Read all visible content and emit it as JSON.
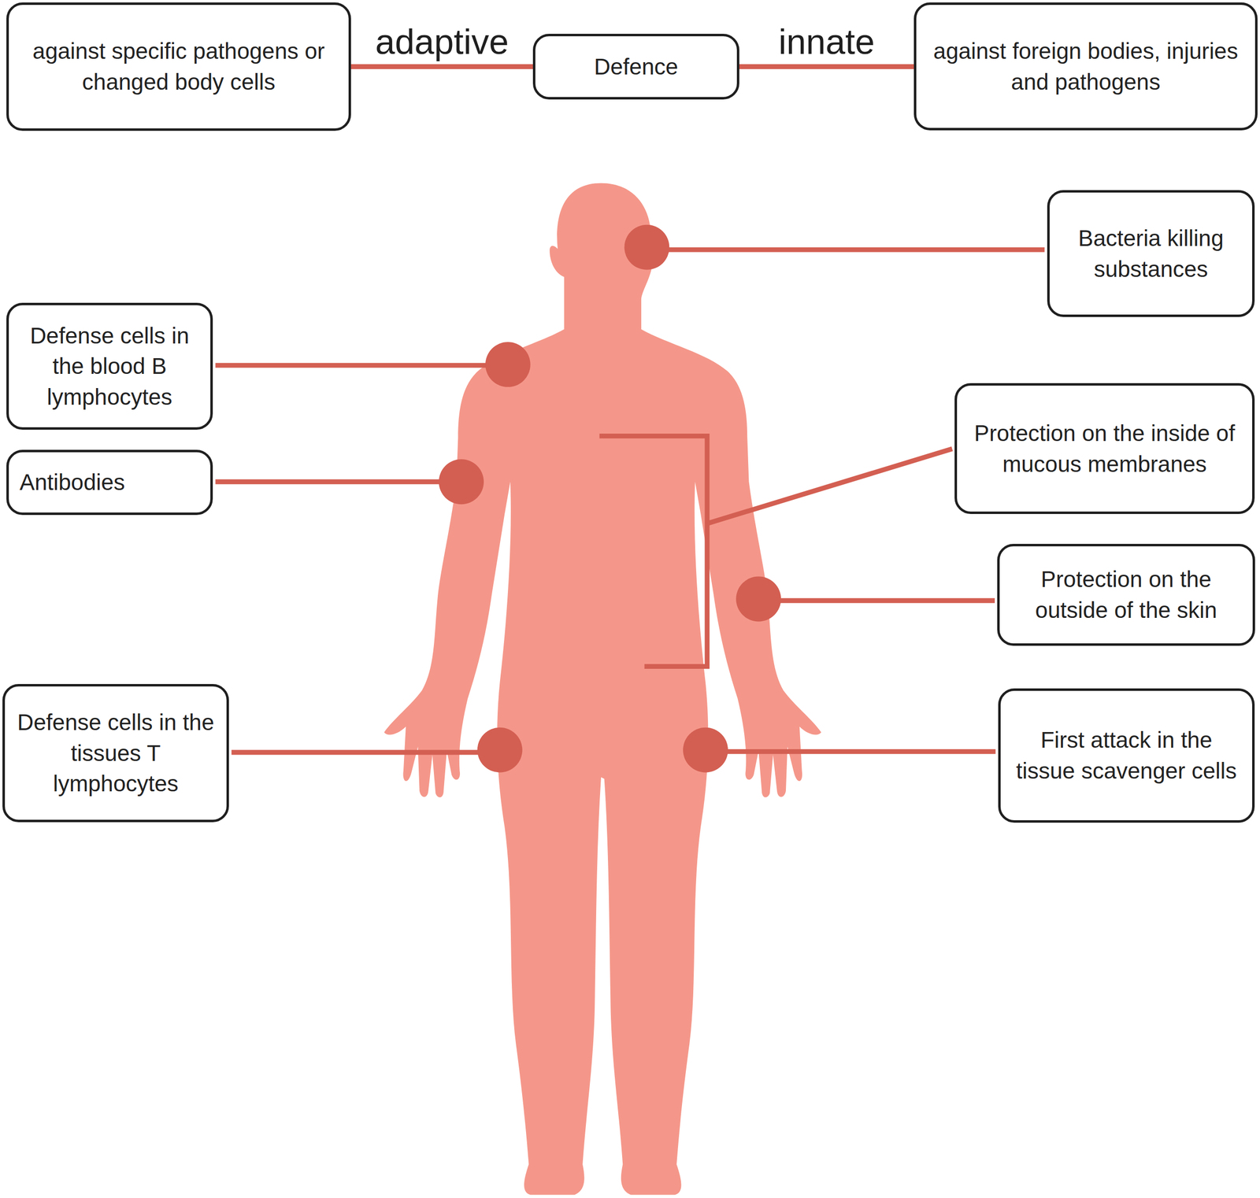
{
  "diagram": {
    "nodes": [
      {
        "text": [
          "against specific pathogens or changed body cells"
        ]
      },
      {
        "text": [
          "Defence"
        ]
      },
      {
        "text": [
          "against foreign bodies, injuries and pathogens"
        ]
      },
      {
        "text": [
          "Bacteria killing substances"
        ]
      },
      {
        "text": [
          "Defense cells in the blood B lymphocytes"
        ]
      },
      {
        "text": [
          "Protection on the inside of mucous membranes"
        ]
      },
      {
        "text": [
          "Antibodies"
        ]
      },
      {
        "text": [
          "Protection on the outside of the skin"
        ]
      },
      {
        "text": [
          "Defense cells in the tissues T lymphocytes"
        ]
      },
      {
        "text": [
          "First attack in the tissue scavenger cells"
        ]
      }
    ],
    "edges": [
      {
        "from": 1,
        "to": 0,
        "arrow": "none",
        "label": "adaptive"
      },
      {
        "from": 1,
        "to": 2,
        "arrow": "none",
        "label": "innate"
      }
    ]
  }
}
